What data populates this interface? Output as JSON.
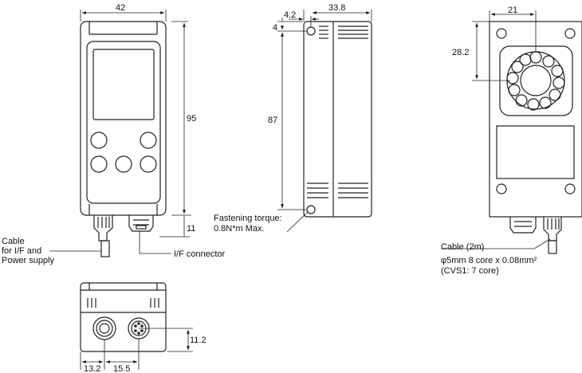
{
  "front_view": {
    "width_dim": "42",
    "height_dim": "95",
    "connector_dim": "11",
    "cable_label_1": "Cable",
    "cable_label_2": "for I/F and",
    "cable_label_3": "Power supply",
    "connector_label": "I/F connector"
  },
  "side_view": {
    "offset_dim": "4.2",
    "depth_dim": "33.8",
    "top_dim": "4",
    "height_dim": "87",
    "torque_label_1": "Fastening torque:",
    "torque_label_2": "0.8N*m Max."
  },
  "back_view": {
    "width_dim": "21",
    "height_dim": "28.2",
    "cable_label_1": "Cable (2m)",
    "cable_label_2": "φ5mm  8 core x 0.08mm²",
    "cable_label_3": "(CVS1: 7 core)"
  },
  "bottom_view": {
    "height_dim": "11.2",
    "left_dim": "13.2",
    "right_dim": "15.5"
  }
}
